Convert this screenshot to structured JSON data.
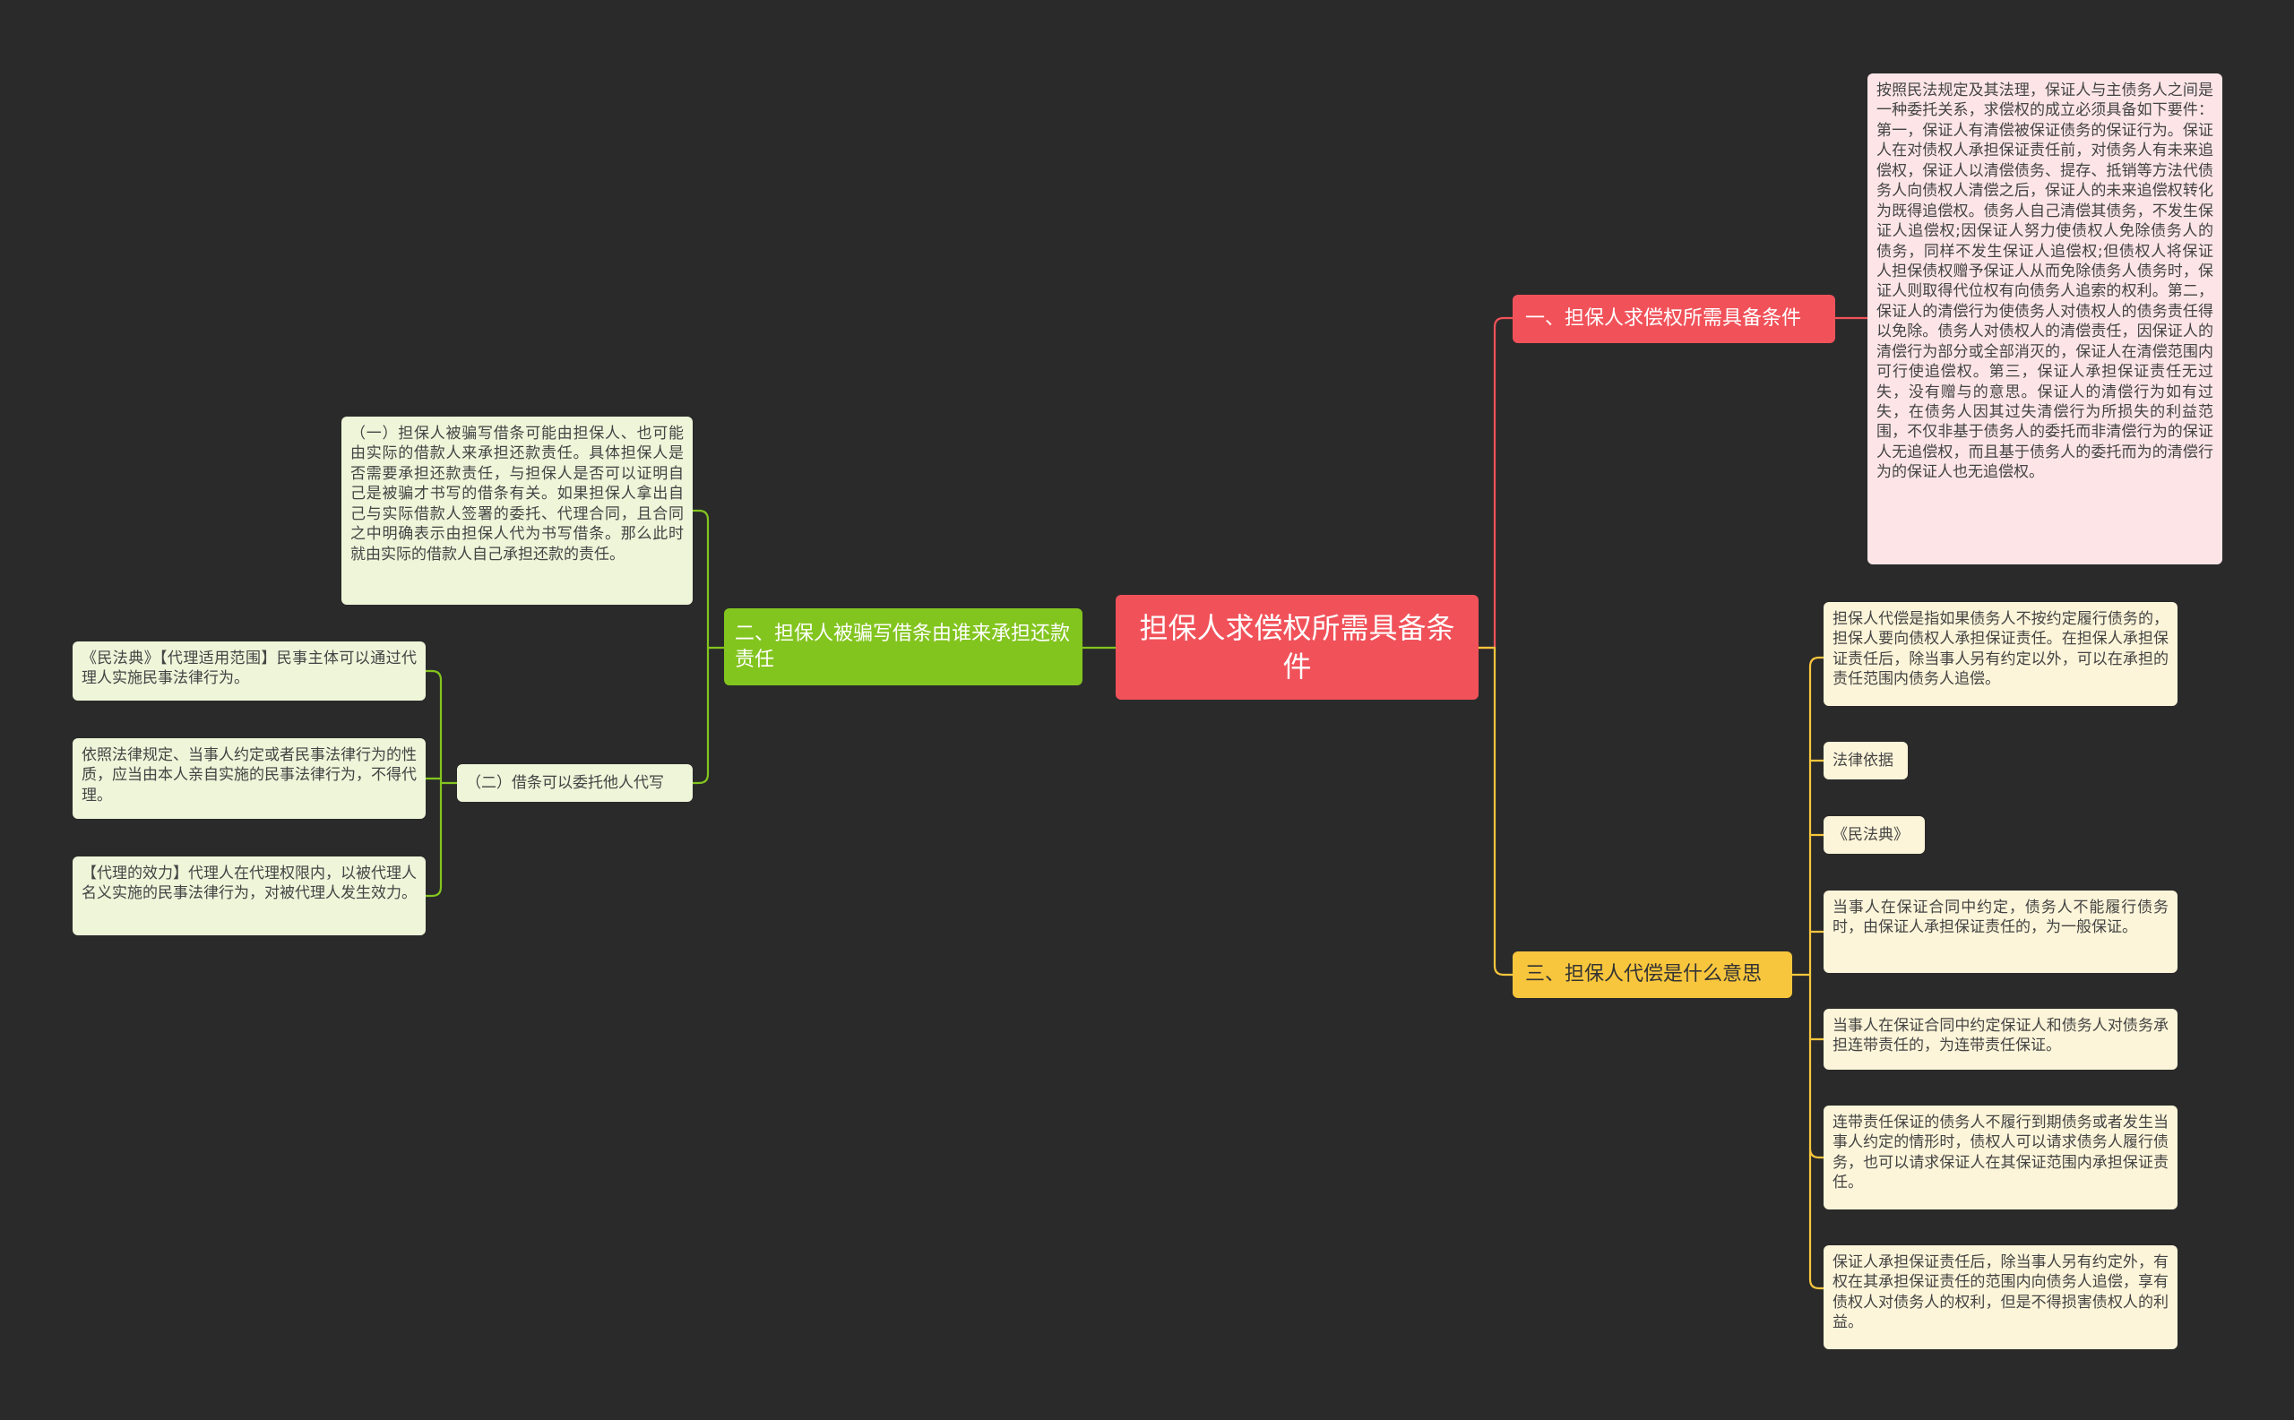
{
  "root": {
    "text": "担保人求偿权所需具备条件"
  },
  "branches": {
    "b1": {
      "text": "一、担保人求偿权所需具备条件"
    },
    "b2": {
      "text": "二、担保人被骗写借条由谁来承担还款责任"
    },
    "b3": {
      "text": "三、担保人代偿是什么意思"
    }
  },
  "leaves": {
    "b1_1": "按照民法规定及其法理，保证人与主债务人之间是一种委托关系，求偿权的成立必须具备如下要件：第一，保证人有清偿被保证债务的保证行为。保证人在对债权人承担保证责任前，对债务人有未来追偿权，保证人以清偿债务、提存、抵销等方法代债务人向债权人清偿之后，保证人的未来追偿权转化为既得追偿权。债务人自己清偿其债务，不发生保证人追偿权;因保证人努力使债权人免除债务人的债务，同样不发生保证人追偿权;但债权人将保证人担保债权赠予保证人从而免除债务人债务时，保证人则取得代位权有向债务人追索的权利。第二，保证人的清偿行为使债务人对债权人的债务责任得以免除。债务人对债权人的清偿责任，因保证人的清偿行为部分或全部消灭的，保证人在清偿范围内可行使追偿权。第三，保证人承担保证责任无过失，没有赠与的意思。保证人的清偿行为如有过失，在债务人因其过失清偿行为所损失的利益范围，不仅非基于债务人的委托而非清偿行为的保证人无追偿权，而且基于债务人的委托而为的清偿行为的保证人也无追偿权。",
    "b2_1": "（一）担保人被骗写借条可能由担保人、也可能由实际的借款人来承担还款责任。具体担保人是否需要承担还款责任，与担保人是否可以证明自己是被骗才书写的借条有关。如果担保人拿出自己与实际借款人签署的委托、代理合同，且合同之中明确表示由担保人代为书写借条。那么此时就由实际的借款人自己承担还款的责任。",
    "b2_2": "（二）借条可以委托他人代写",
    "b2_2_1": "《民法典》【代理适用范围】民事主体可以通过代理人实施民事法律行为。",
    "b2_2_2": "依照法律规定、当事人约定或者民事法律行为的性质，应当由本人亲自实施的民事法律行为，不得代理。",
    "b2_2_3": "【代理的效力】代理人在代理权限内，以被代理人名义实施的民事法律行为，对被代理人发生效力。",
    "b3_1": "担保人代偿是指如果债务人不按约定履行债务的，担保人要向债权人承担保证责任。在担保人承担保证责任后，除当事人另有约定以外，可以在承担的责任范围内债务人追偿。",
    "b3_2": "法律依据",
    "b3_3": "《民法典》",
    "b3_4": "当事人在保证合同中约定，债务人不能履行债务时，由保证人承担保证责任的，为一般保证。",
    "b3_5": "当事人在保证合同中约定保证人和债务人对债务承担连带责任的，为连带责任保证。",
    "b3_6": "连带责任保证的债务人不履行到期债务或者发生当事人约定的情形时，债权人可以请求债务人履行债务，也可以请求保证人在其保证范围内承担保证责任。",
    "b3_7": "保证人承担保证责任后，除当事人另有约定外，有权在其承担保证责任的范围内向债务人追偿，享有债权人对债务人的权利，但是不得损害债权人的利益。"
  },
  "colors": {
    "red": "#f1525a",
    "green": "#83c51f",
    "yellow": "#f8c63d"
  }
}
